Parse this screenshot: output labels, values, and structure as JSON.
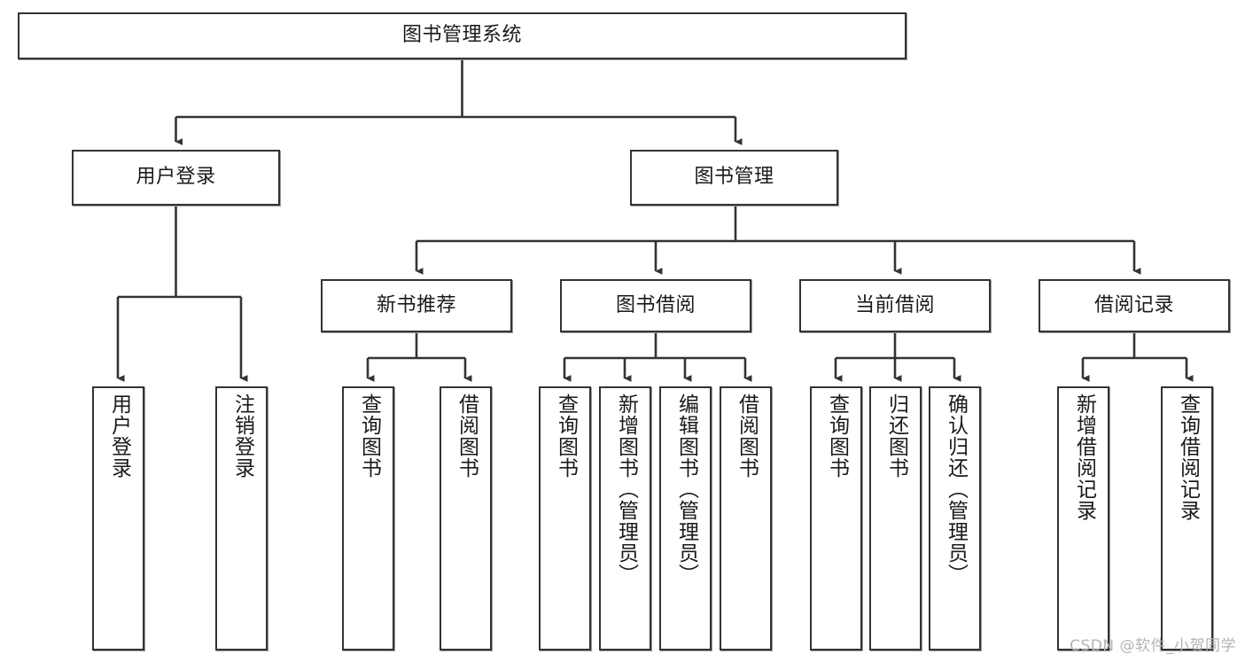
{
  "diagram": {
    "title": "图书管理系统",
    "watermark": "CSDN @软件_小贺同学",
    "colors": {
      "box_border": "#333333",
      "box_fill": "#ffffff",
      "edge": "#333333",
      "text": "#1a1a1a",
      "watermark": "#b4b4b4"
    },
    "nodes": {
      "root": {
        "label": "图书管理系统"
      },
      "level2": [
        {
          "id": "user-login",
          "label": "用户登录"
        },
        {
          "id": "book-management",
          "label": "图书管理"
        }
      ],
      "level3": [
        {
          "id": "new-book-recommend",
          "label": "新书推荐"
        },
        {
          "id": "book-borrow",
          "label": "图书借阅"
        },
        {
          "id": "current-borrow",
          "label": "当前借阅"
        },
        {
          "id": "borrow-record",
          "label": "借阅记录"
        }
      ],
      "leaves": [
        {
          "id": "leaf-user-login",
          "label": "用户登录",
          "parent": "user-login"
        },
        {
          "id": "leaf-logout-login",
          "label": "注销登录",
          "parent": "user-login"
        },
        {
          "id": "leaf-query-book-1",
          "label": "查询图书",
          "parent": "new-book-recommend"
        },
        {
          "id": "leaf-borrow-book-1",
          "label": "借阅图书",
          "parent": "new-book-recommend"
        },
        {
          "id": "leaf-query-book-2",
          "label": "查询图书",
          "parent": "book-borrow"
        },
        {
          "id": "leaf-add-book",
          "label": "新增图书（管理员）",
          "parent": "book-borrow"
        },
        {
          "id": "leaf-edit-book",
          "label": "编辑图书（管理员）",
          "parent": "book-borrow"
        },
        {
          "id": "leaf-borrow-book-2",
          "label": "借阅图书",
          "parent": "book-borrow"
        },
        {
          "id": "leaf-query-book-3",
          "label": "查询图书",
          "parent": "current-borrow"
        },
        {
          "id": "leaf-return-book",
          "label": "归还图书",
          "parent": "current-borrow"
        },
        {
          "id": "leaf-confirm-return",
          "label": "确认归还（管理员）",
          "parent": "current-borrow"
        },
        {
          "id": "leaf-add-record",
          "label": "新增借阅记录",
          "parent": "borrow-record"
        },
        {
          "id": "leaf-query-record",
          "label": "查询借阅记录",
          "parent": "borrow-record"
        }
      ]
    }
  }
}
